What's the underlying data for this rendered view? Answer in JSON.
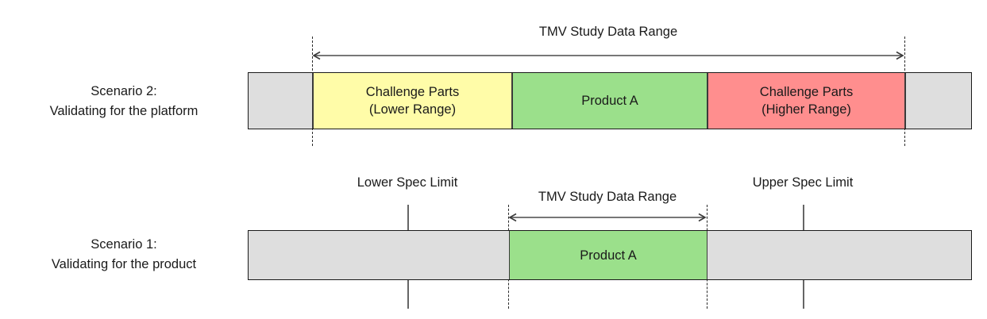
{
  "figure": {
    "title_hidden": "TMV study data range scenarios",
    "colors": {
      "neutral_fill": "#dedede",
      "challenge_lower_fill": "#FFFCA8",
      "product_fill": "#9BE08B",
      "challenge_higher_fill": "#FF8E8E",
      "outline": "#1a1a1a",
      "guide_dashed": "#2b2b2b",
      "guide_solid": "#666666",
      "arrow": "#4a4a4a"
    }
  },
  "scenario2": {
    "label_line1": "Scenario 2:",
    "label_line2": "Validating for the platform",
    "range_caption": "TMV Study Data Range",
    "segments": [
      {
        "id": "left-neutral",
        "label": "",
        "fill": "#dedede"
      },
      {
        "id": "challenge-lower",
        "label_line1": "Challenge Parts",
        "label_line2": "(Lower Range)",
        "fill": "#FFFCA8"
      },
      {
        "id": "product-a",
        "label_line1": "Product A",
        "label_line2": "",
        "fill": "#9BE08B"
      },
      {
        "id": "challenge-higher",
        "label_line1": "Challenge Parts",
        "label_line2": "(Higher Range)",
        "fill": "#FF8E8E"
      },
      {
        "id": "right-neutral",
        "label": "",
        "fill": "#dedede"
      }
    ]
  },
  "scenario1": {
    "label_line1": "Scenario 1:",
    "label_line2": "Validating for the product",
    "range_caption": "TMV Study Data Range",
    "lower_spec_label": "Lower Spec Limit",
    "upper_spec_label": "Upper Spec Limit",
    "segments": [
      {
        "id": "left-neutral",
        "label": "",
        "fill": "#dedede"
      },
      {
        "id": "product-a",
        "label": "Product A",
        "fill": "#9BE08B"
      },
      {
        "id": "right-neutral",
        "label": "",
        "fill": "#dedede"
      }
    ]
  }
}
